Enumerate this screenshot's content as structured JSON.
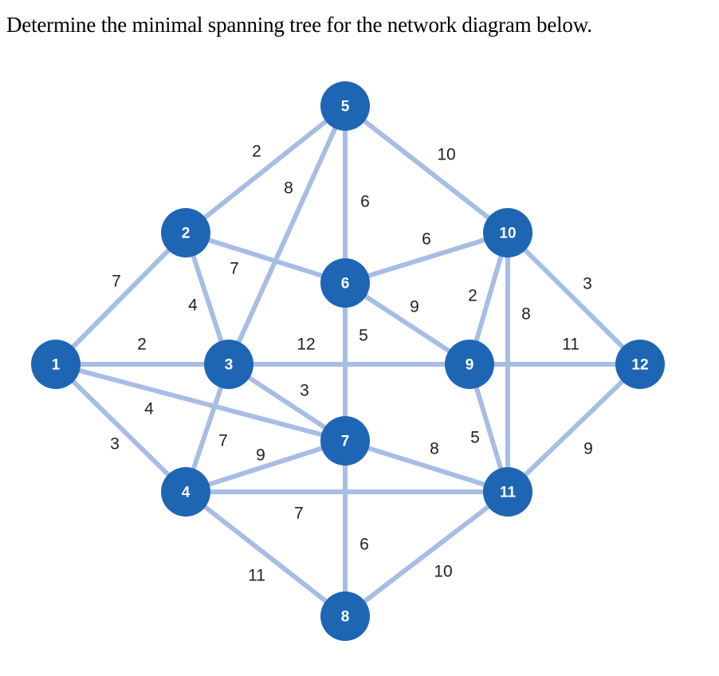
{
  "question": "Determine the minimal spanning tree for the network diagram below.",
  "colors": {
    "node_fill": "#1e66b4",
    "edge": "#a9bde4",
    "node_text": "#ffffff",
    "weight_text": "#222222"
  },
  "nodes": [
    {
      "id": "1"
    },
    {
      "id": "2"
    },
    {
      "id": "3"
    },
    {
      "id": "4"
    },
    {
      "id": "5"
    },
    {
      "id": "6"
    },
    {
      "id": "7"
    },
    {
      "id": "8"
    },
    {
      "id": "9"
    },
    {
      "id": "10"
    },
    {
      "id": "11"
    },
    {
      "id": "12"
    }
  ],
  "edges": [
    {
      "from": "1",
      "to": "2",
      "weight": "7"
    },
    {
      "from": "1",
      "to": "3",
      "weight": "2"
    },
    {
      "from": "1",
      "to": "7",
      "weight": "4"
    },
    {
      "from": "1",
      "to": "4",
      "weight": "3"
    },
    {
      "from": "2",
      "to": "5",
      "weight": "2"
    },
    {
      "from": "2",
      "to": "3",
      "weight": "4"
    },
    {
      "from": "2",
      "to": "6",
      "weight": "7"
    },
    {
      "from": "3",
      "to": "5",
      "weight": "8"
    },
    {
      "from": "3",
      "to": "9",
      "weight": "12"
    },
    {
      "from": "3",
      "to": "7",
      "weight": "3"
    },
    {
      "from": "3",
      "to": "4",
      "weight": "7"
    },
    {
      "from": "4",
      "to": "7",
      "weight": "9"
    },
    {
      "from": "4",
      "to": "11",
      "weight": "7"
    },
    {
      "from": "4",
      "to": "8",
      "weight": "11"
    },
    {
      "from": "5",
      "to": "6",
      "weight": "6"
    },
    {
      "from": "5",
      "to": "10",
      "weight": "10"
    },
    {
      "from": "6",
      "to": "10",
      "weight": "6"
    },
    {
      "from": "6",
      "to": "9",
      "weight": "9"
    },
    {
      "from": "6",
      "to": "7",
      "weight": "5"
    },
    {
      "from": "7",
      "to": "11",
      "weight": "8"
    },
    {
      "from": "7",
      "to": "8",
      "weight": "6"
    },
    {
      "from": "8",
      "to": "11",
      "weight": "10"
    },
    {
      "from": "9",
      "to": "10",
      "weight": "2"
    },
    {
      "from": "9",
      "to": "12",
      "weight": "11"
    },
    {
      "from": "9",
      "to": "11",
      "weight": "5"
    },
    {
      "from": "10",
      "to": "12",
      "weight": "3"
    },
    {
      "from": "10",
      "to": "11",
      "weight": "8"
    },
    {
      "from": "11",
      "to": "12",
      "weight": "9"
    }
  ]
}
